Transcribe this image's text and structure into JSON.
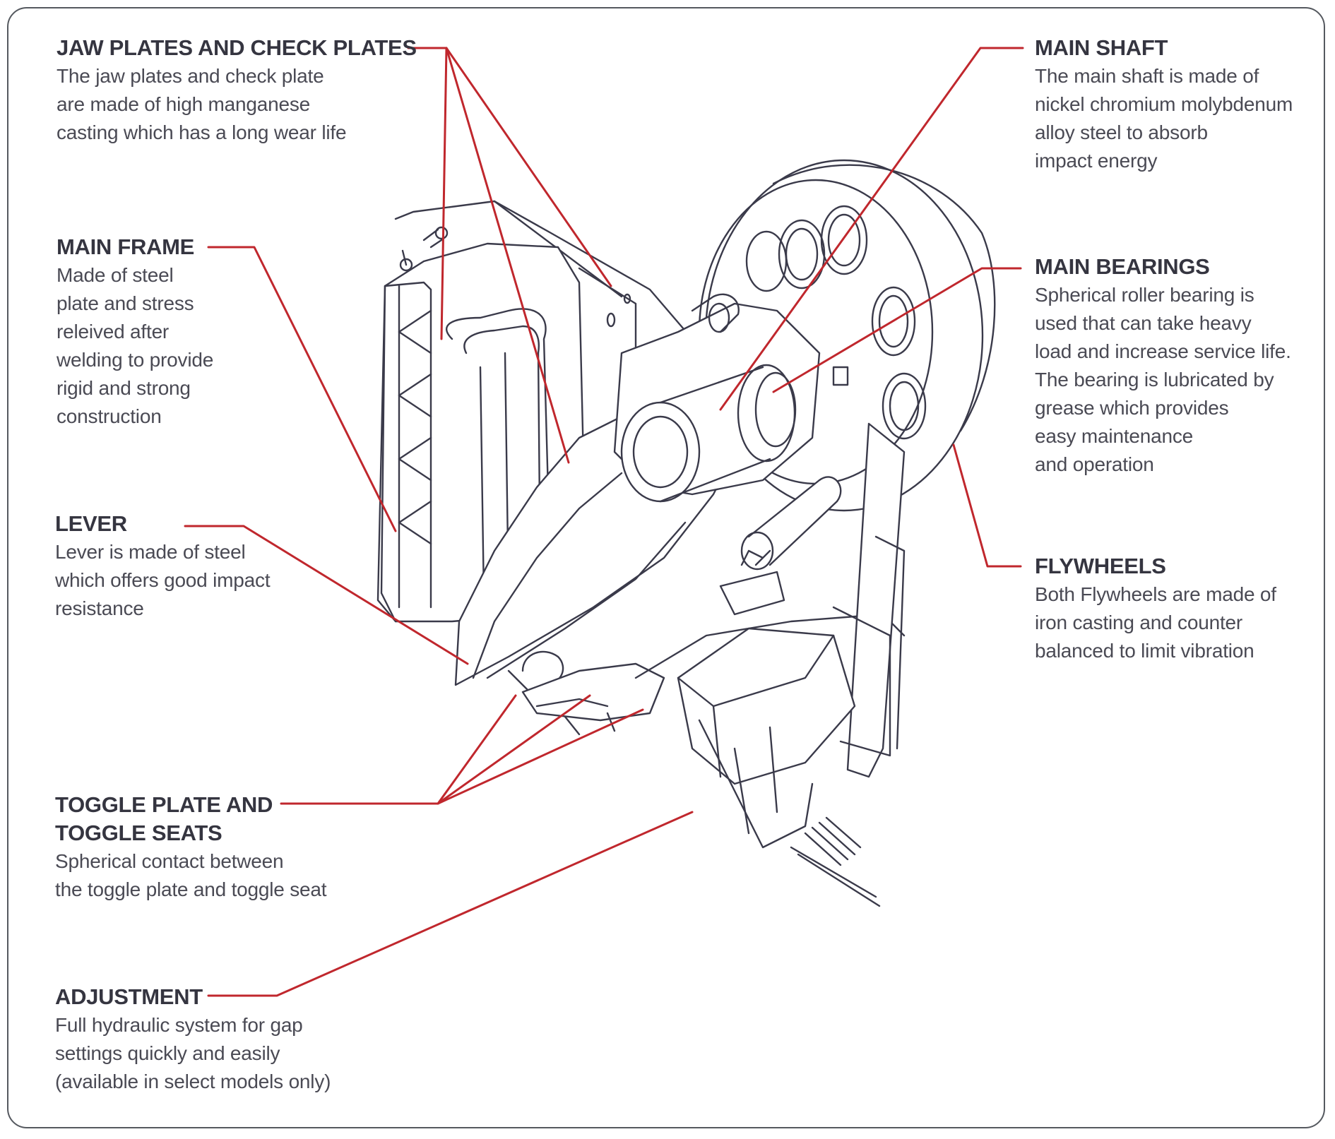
{
  "diagram": {
    "callouts": [
      {
        "id": "jaw-plates",
        "title": "JAW PLATES AND CHECK PLATES",
        "description": "The jaw plates and check plate\nare made of high manganese\ncasting  which has a long wear life"
      },
      {
        "id": "main-frame",
        "title": "MAIN FRAME",
        "description": "Made of steel\nplate and stress\nreleived after\nwelding to provide\nrigid and strong\nconstruction"
      },
      {
        "id": "lever",
        "title": "LEVER",
        "description": "Lever is made of steel\nwhich offers good impact\nresistance"
      },
      {
        "id": "toggle-plate",
        "title": "TOGGLE PLATE AND\nTOGGLE SEATS",
        "description": "Spherical contact between\nthe toggle plate and toggle seat"
      },
      {
        "id": "adjustment",
        "title": "ADJUSTMENT",
        "description": "Full hydraulic system for gap\nsettings quickly and easily\n(available in select models only)"
      },
      {
        "id": "main-shaft",
        "title": "MAIN SHAFT",
        "description": "The main shaft is made of\nnickel chromium molybdenum\nalloy steel to absorb\nimpact energy"
      },
      {
        "id": "main-bearings",
        "title": "MAIN BEARINGS",
        "description": "Spherical roller bearing is\nused that can take heavy\nload and increase service life.\nThe bearing is lubricated by\ngrease which provides\neasy maintenance\nand operation"
      },
      {
        "id": "flywheels",
        "title": "FLYWHEELS",
        "description": "Both Flywheels are made of\niron casting and counter\nbalanced to limit vibration"
      }
    ],
    "colors": {
      "leader": "#c0272d",
      "line_art": "#3a3a4a",
      "text": "#4a4a54",
      "border": "#55595f"
    }
  }
}
